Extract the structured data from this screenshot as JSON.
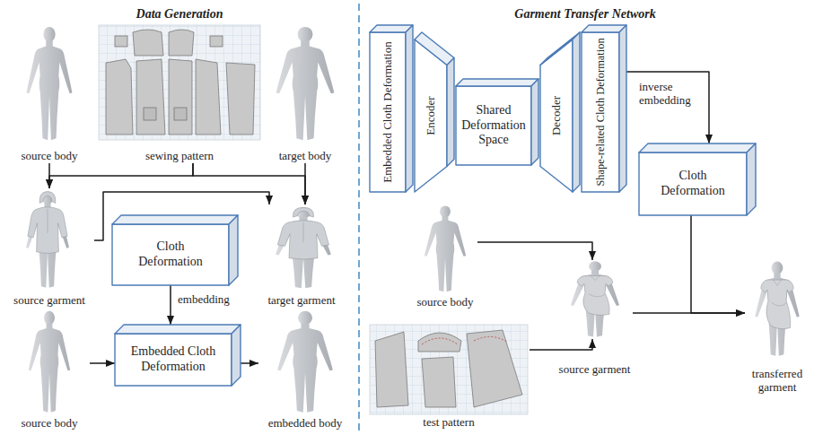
{
  "diagram": {
    "nodes": [
      {
        "text": [
          "source body"
        ]
      },
      {
        "text": [
          "sewing pattern"
        ]
      },
      {
        "text": [
          "target body"
        ]
      },
      {
        "text": [
          "source garment"
        ]
      },
      {
        "text": [
          "Cloth Deformation"
        ]
      },
      {
        "text": [
          "target garment"
        ]
      },
      {
        "text": [
          "source body"
        ]
      },
      {
        "text": [
          "Embedded Cloth Deformation"
        ]
      },
      {
        "text": [
          "embedded body"
        ]
      },
      {
        "text": [
          "Embedded Cloth Deformation"
        ]
      },
      {
        "text": [
          "Encoder"
        ]
      },
      {
        "text": [
          "Shared Deformation Space"
        ]
      },
      {
        "text": [
          "Decoder"
        ]
      },
      {
        "text": [
          "Shape-related Cloth Deformation"
        ]
      },
      {
        "text": [
          "Cloth Deformation"
        ]
      },
      {
        "text": [
          "source body"
        ]
      },
      {
        "text": [
          "source garment"
        ]
      },
      {
        "text": [
          "test pattern"
        ]
      },
      {
        "text": [
          "transferred garment"
        ]
      }
    ],
    "edges": [
      {
        "from": 0,
        "to": 3,
        "arrow": "to"
      },
      {
        "from": 1,
        "to": 3,
        "arrow": "to"
      },
      {
        "from": 1,
        "to": 5,
        "arrow": "to"
      },
      {
        "from": 2,
        "to": 5,
        "arrow": "to"
      },
      {
        "from": 3,
        "to": 5,
        "arrow": "to"
      },
      {
        "from": 4,
        "to": 7,
        "label": "embedding",
        "arrow": "to"
      },
      {
        "from": 6,
        "to": 7,
        "arrow": "to"
      },
      {
        "from": 7,
        "to": 8,
        "arrow": "to"
      },
      {
        "from": 13,
        "to": 14,
        "label": "inverse embedding",
        "arrow": "to"
      },
      {
        "from": 15,
        "to": 16,
        "arrow": "to"
      },
      {
        "from": 17,
        "to": 16,
        "arrow": "to"
      },
      {
        "from": 16,
        "to": 18,
        "arrow": "to"
      },
      {
        "from": 14,
        "to": 18,
        "arrow": "to"
      }
    ],
    "labels": [
      "Data Generation",
      "Garment Transfer Network"
    ]
  }
}
